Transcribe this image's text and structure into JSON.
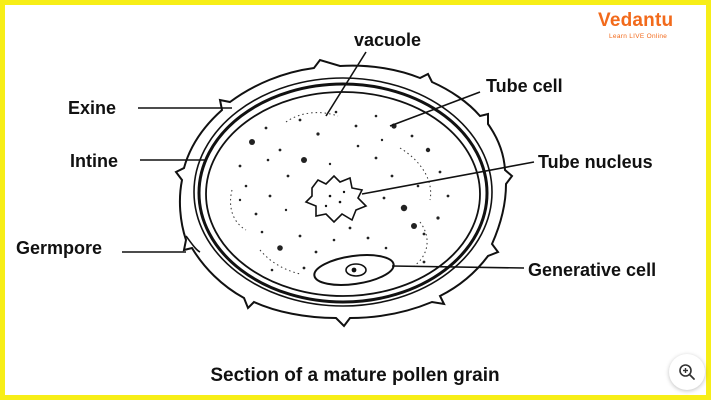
{
  "brand": {
    "logo_text": "Vedantu",
    "tagline": "Learn LIVE Online",
    "color": "#f26a1b"
  },
  "frame_color": "#f7ee17",
  "labels": {
    "vacuole": "vacuole",
    "tube_cell": "Tube cell",
    "exine": "Exine",
    "intine": "Intine",
    "tube_nucleus": "Tube nucleus",
    "germpore": "Germpore",
    "generative_cell": "Generative cell"
  },
  "caption": "Section of a mature pollen grain",
  "zoom_button": {
    "icon": "zoom-in-icon"
  }
}
